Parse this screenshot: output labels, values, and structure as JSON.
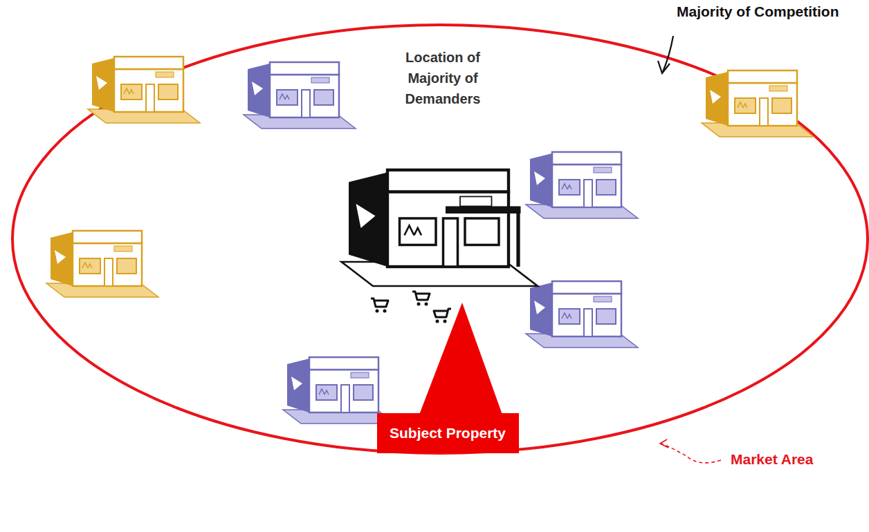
{
  "diagram": {
    "nodes": [
      {
        "text": [
          "Subject Property"
        ]
      }
    ],
    "labels": [
      "Majority of Competition",
      "Location of Majority of Demanders",
      "Market Area"
    ]
  }
}
